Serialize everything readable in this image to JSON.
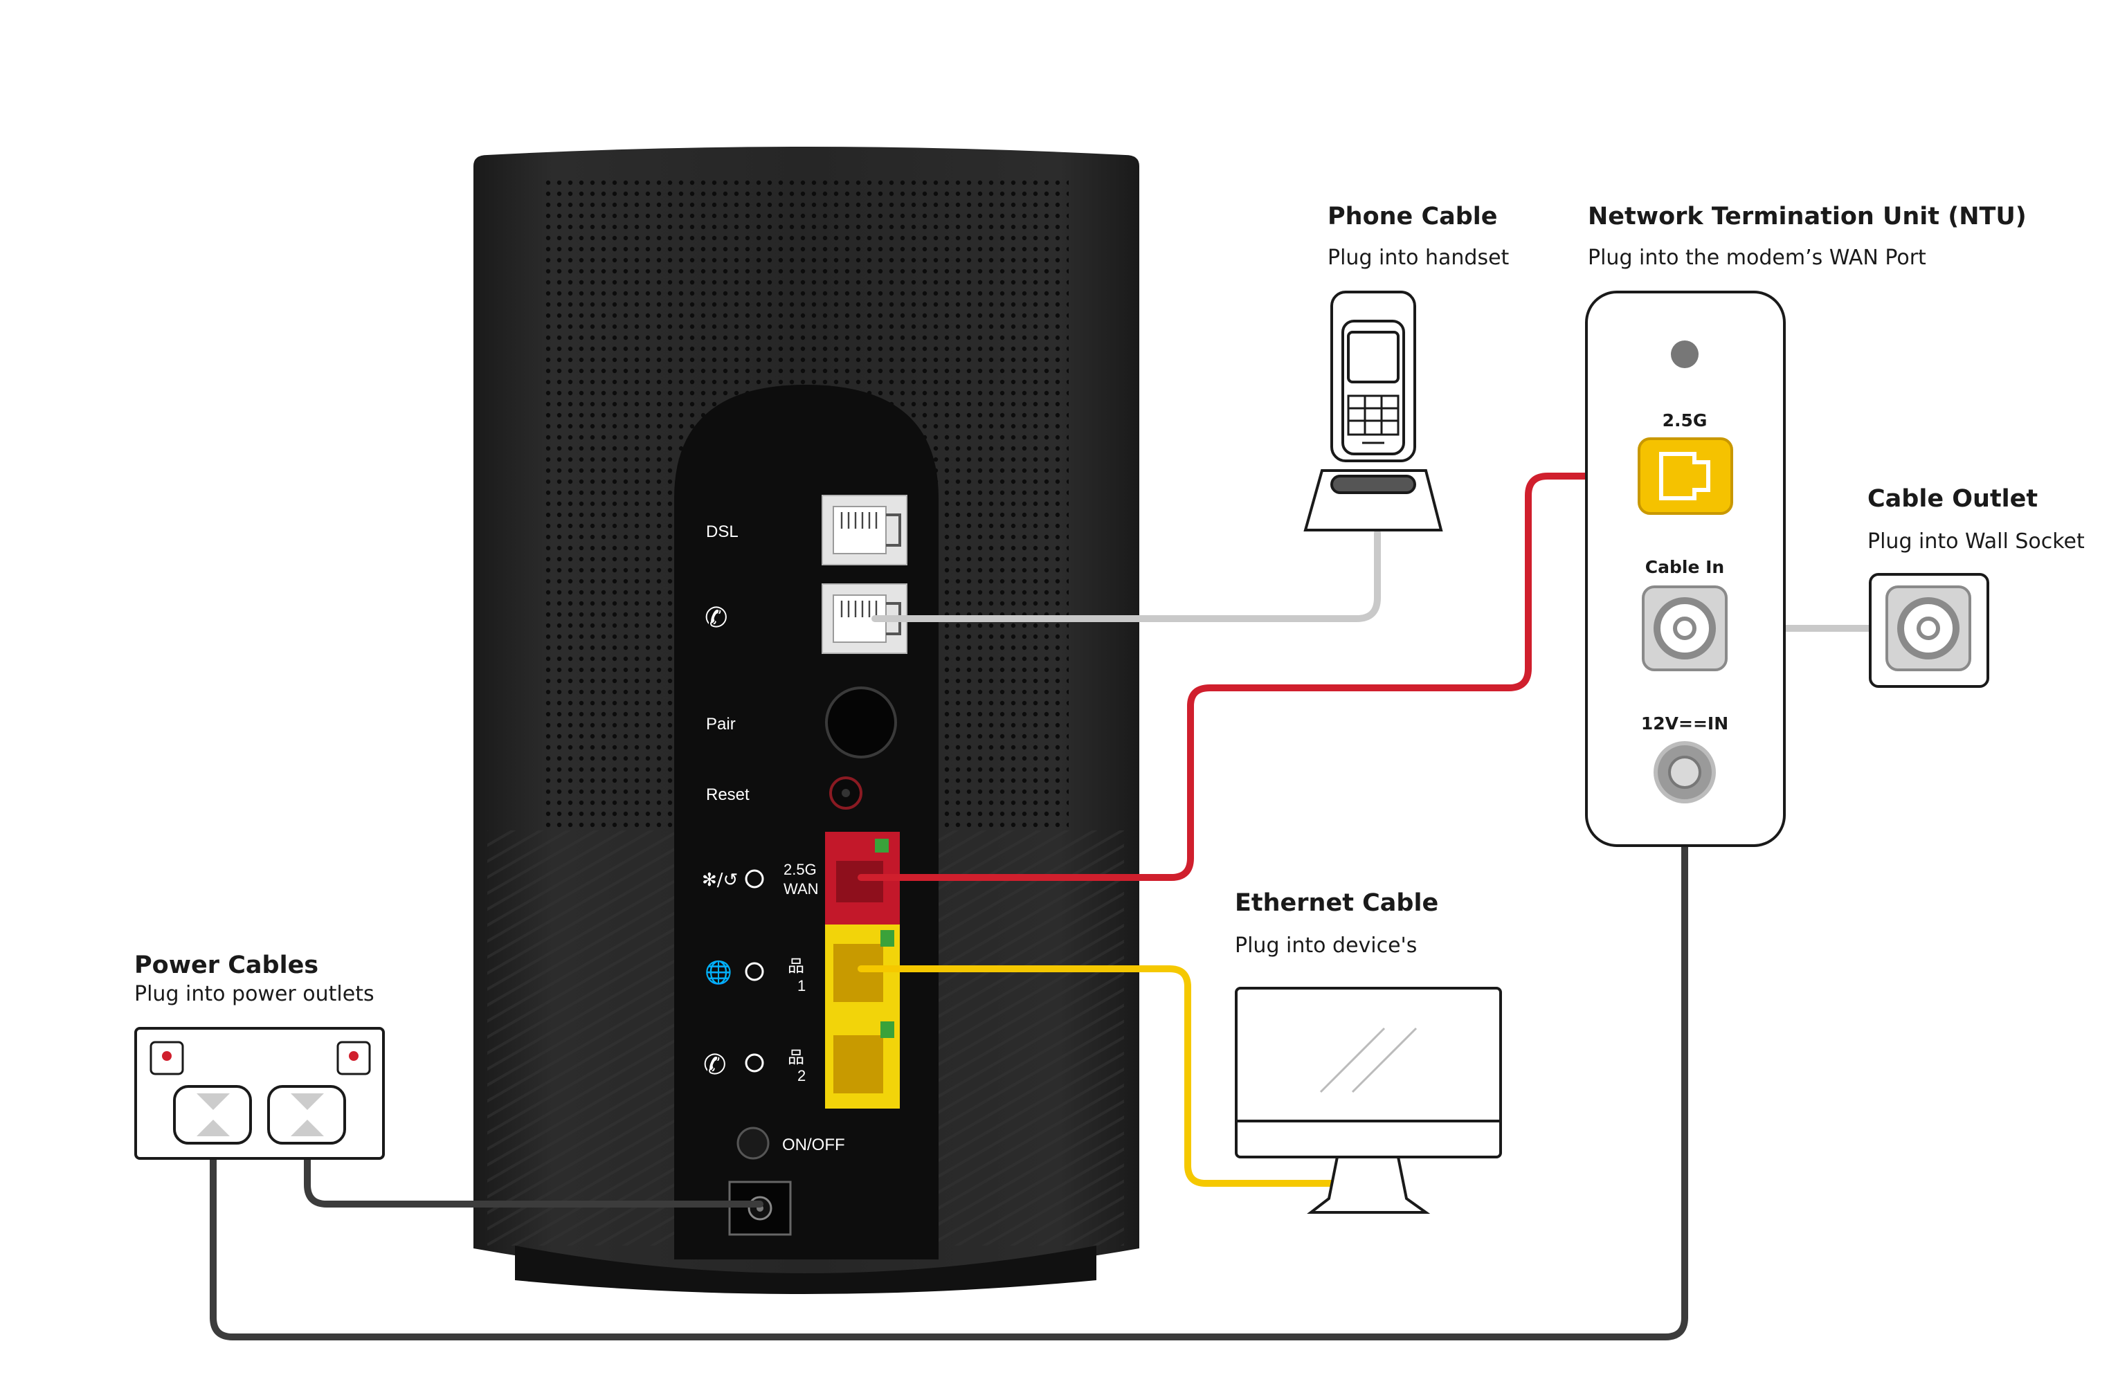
{
  "labels": {
    "phone_cable": {
      "title": "Phone Cable",
      "subtitle": "Plug into handset"
    },
    "ntu": {
      "title": "Network Termination Unit (NTU)",
      "subtitle": "Plug into the modem’s WAN Port"
    },
    "cable_outlet": {
      "title": "Cable Outlet",
      "subtitle": "Plug into Wall Socket"
    },
    "ethernet_cable": {
      "title": "Ethernet Cable",
      "subtitle": "Plug into device's"
    },
    "power_cables": {
      "title": "Power Cables",
      "subtitle": "Plug into power outlets"
    }
  },
  "modem_ports": {
    "dsl": "DSL",
    "pair": "Pair",
    "reset": "Reset",
    "wan_speed": "2.5G",
    "wan": "WAN",
    "lan1": "1",
    "lan2": "2",
    "on_off": "ON/OFF"
  },
  "ntu_ports": {
    "port_2_5g": "2.5G",
    "cable_in": "Cable In",
    "power_in": "12V==IN"
  },
  "icons": [
    "phone-icon",
    "wifi-wps-icon",
    "globe-icon",
    "network-icon",
    "handset-icon",
    "computer-monitor-icon",
    "power-outlet-icon"
  ],
  "colors": {
    "wan_cable": "#d01f2d",
    "ethernet_cable": "#f5c800",
    "phone_cable": "#c9c9c9",
    "coax_cable": "#c9c9c9",
    "power_cable": "#3c3c3c",
    "modem_body": "#262626",
    "ntu_port_yellow": "#f5c200"
  }
}
